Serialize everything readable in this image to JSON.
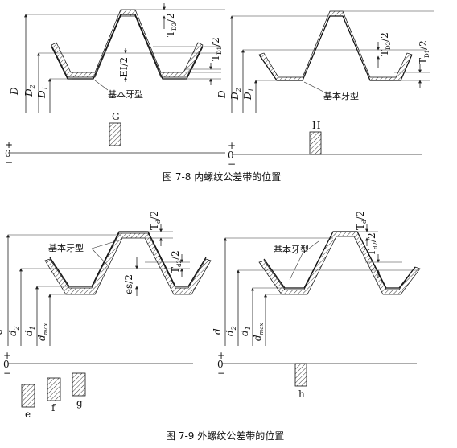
{
  "fig78": {
    "caption": "图 7-8 内螺纹公差带的位置",
    "left": {
      "profile_label": "基本牙型",
      "dim_D": "D",
      "dim_D2": "D",
      "dim_D2_sub": "2",
      "dim_D1": "D",
      "dim_D1_sub": "1",
      "tol_upper": "T",
      "tol_upper_sub": "D2",
      "tol_upper_tail": "/2",
      "tol_lower": "T",
      "tol_lower_sub": "D1",
      "tol_lower_tail": "/2",
      "dev": "EI/2",
      "zero_plus": "+",
      "zero_label": "0",
      "zero_minus": "−",
      "pos_letter": "G"
    },
    "right": {
      "profile_label": "基本牙型",
      "dim_D": "D",
      "dim_D2": "D",
      "dim_D2_sub": "2",
      "dim_D1": "D",
      "dim_D1_sub": "1",
      "tol_upper": "T",
      "tol_upper_sub": "D2",
      "tol_upper_tail": "/2",
      "tol_lower": "T",
      "tol_lower_sub": "D1",
      "tol_lower_tail": "/2",
      "zero_plus": "+",
      "zero_label": "0",
      "zero_minus": "−",
      "pos_letter": "H"
    }
  },
  "fig79": {
    "caption": "图 7-9 外螺纹公差带的位置",
    "left": {
      "profile_label": "基本牙型",
      "dim_d": "d",
      "dim_d2": "d",
      "dim_d2_sub": "2",
      "dim_d1": "d",
      "dim_d1_sub": "1",
      "dim_d3": "d",
      "dim_d3_sub": "max",
      "tol_upper": "T",
      "tol_upper_sub": "d",
      "tol_upper_tail": "/2",
      "tol_lower": "T",
      "tol_lower_sub": "d2",
      "tol_lower_tail": "/2",
      "dev": "es/2",
      "zero_plus": "+",
      "zero_label": "0",
      "zero_minus": "−",
      "pos_letters": [
        "e",
        "f",
        "g"
      ]
    },
    "right": {
      "profile_label": "基本牙型",
      "dim_d": "d",
      "dim_d2": "d",
      "dim_d2_sub": "2",
      "dim_d1": "d",
      "dim_d1_sub": "1",
      "dim_d3": "d",
      "dim_d3_sub": "max",
      "tol_upper": "T",
      "tol_upper_sub": "d",
      "tol_upper_tail": "/2",
      "tol_lower": "T",
      "tol_lower_sub": "d2",
      "tol_lower_tail": "/2",
      "zero_plus": "+",
      "zero_label": "0",
      "zero_minus": "−",
      "pos_letter": "h"
    }
  }
}
